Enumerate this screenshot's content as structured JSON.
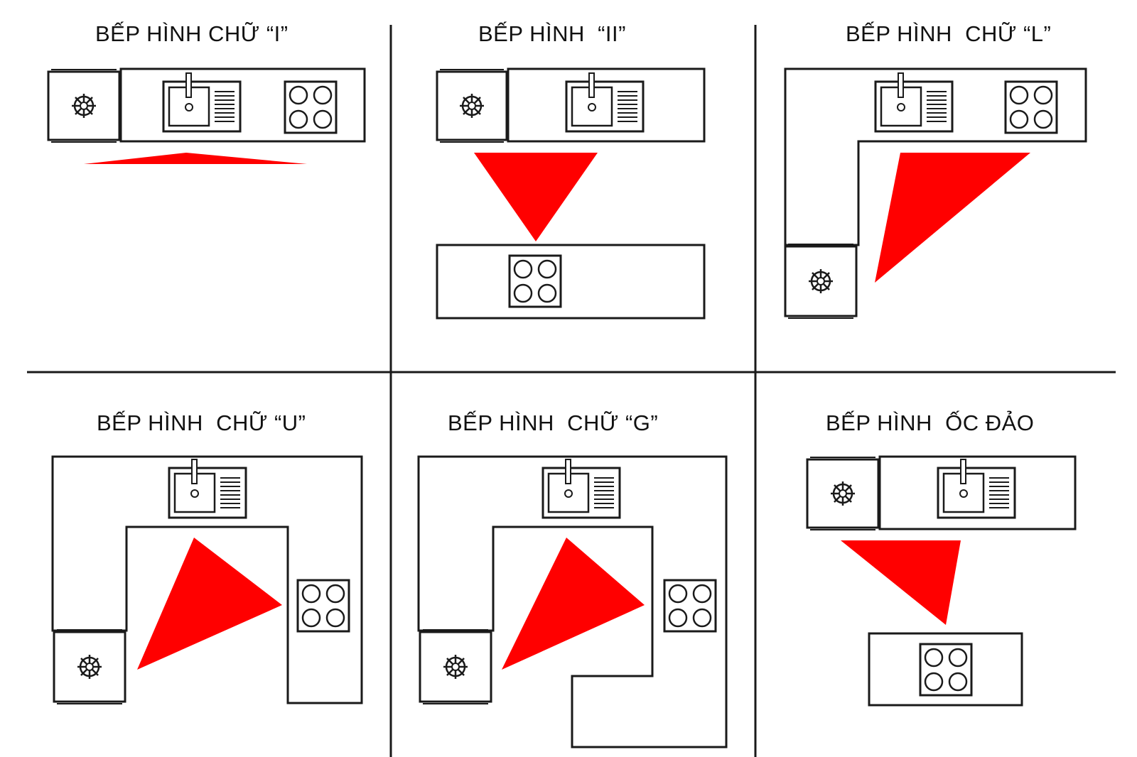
{
  "colors": {
    "background": "#ffffff",
    "line": "#1a1a1a",
    "work_triangle": "#ff0000"
  },
  "layouts": [
    {
      "id": "i",
      "title": "BẾP HÌNH CHỮ “I”"
    },
    {
      "id": "ii",
      "title": "BẾP HÌNH  “II”"
    },
    {
      "id": "l",
      "title": "BẾP HÌNH  CHỮ “L”"
    },
    {
      "id": "u",
      "title": "BẾP HÌNH  CHỮ “U”"
    },
    {
      "id": "g",
      "title": "BẾP HÌNH  CHỮ “G”"
    },
    {
      "id": "island",
      "title": "BẾP HÌNH  ỐC ĐẢO"
    }
  ],
  "icons": [
    "refrigerator-icon",
    "sink-icon",
    "stove-icon",
    "work-triangle"
  ]
}
